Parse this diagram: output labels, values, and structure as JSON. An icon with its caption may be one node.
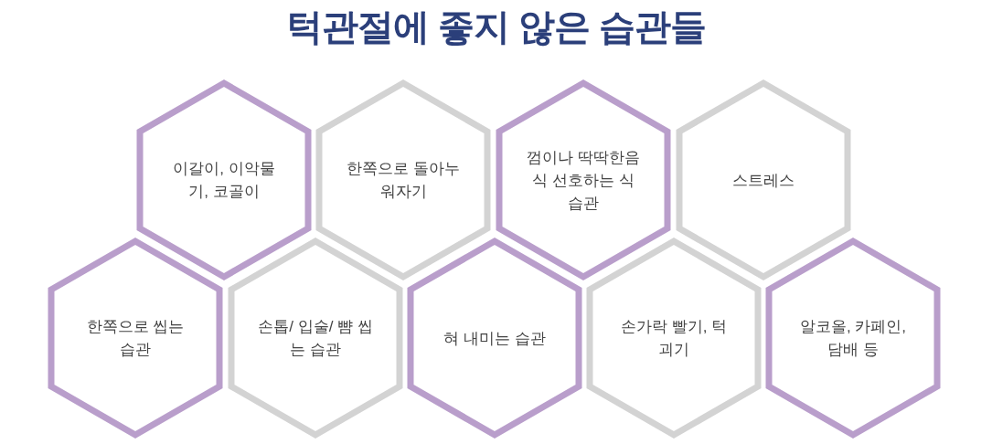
{
  "diagram": {
    "title": "턱관절에 좋지 않은 습관들",
    "nodes": [
      {
        "text": [
          "이갈이, 이악물기, 코골이"
        ]
      },
      {
        "text": [
          "한쪽으로 돌아누워자기"
        ]
      },
      {
        "text": [
          "껌이나 딱딱한음식 선호하는 식습관"
        ]
      },
      {
        "text": [
          "스트레스"
        ]
      },
      {
        "text": [
          "한쪽으로 씹는 습관"
        ]
      },
      {
        "text": [
          "손톱/ 입술/ 뺨 씹는 습관"
        ]
      },
      {
        "text": [
          "혀 내미는 습관"
        ]
      },
      {
        "text": [
          "손가락 빨기, 턱괴기"
        ]
      },
      {
        "text": [
          "알코올, 카페인, 담배 등"
        ]
      }
    ]
  }
}
